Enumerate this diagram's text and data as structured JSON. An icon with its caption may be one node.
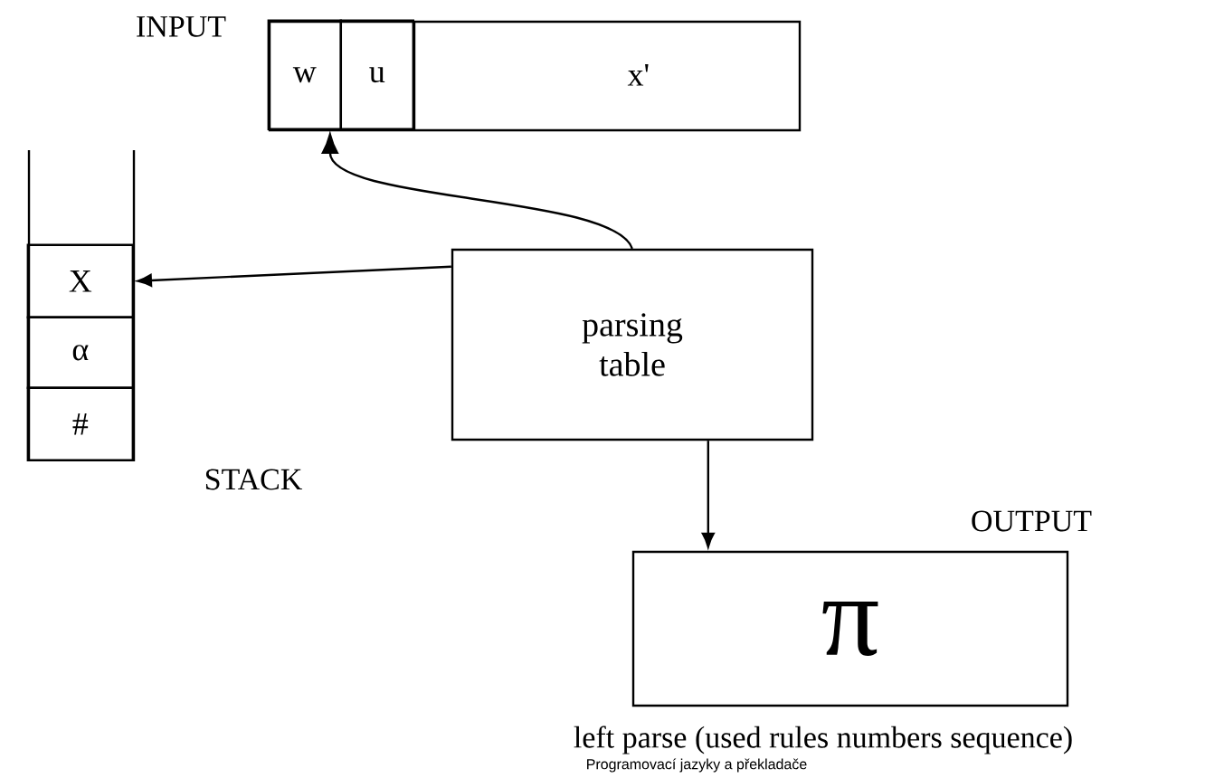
{
  "diagram": {
    "nodes": [
      {
        "text": [
          "INPUT"
        ]
      },
      {
        "text": [
          "w"
        ],
        "in": 0
      },
      {
        "text": [
          "u"
        ],
        "in": 0
      },
      {
        "text": [
          "x'"
        ],
        "in": 0
      },
      {
        "text": [
          "STACK"
        ]
      },
      {
        "text": [
          "X"
        ],
        "in": 4
      },
      {
        "text": [
          "α"
        ],
        "in": 4
      },
      {
        "text": [
          "#"
        ],
        "in": 4
      },
      {
        "text": [
          "parsing table"
        ]
      },
      {
        "text": [
          "OUTPUT",
          "π"
        ],
        "beside": [
          "left parse (used rules numbers sequence)"
        ]
      }
    ],
    "edges": [
      {
        "from": 8,
        "to": 1,
        "arrow": "to"
      },
      {
        "from": 8,
        "to": 5,
        "arrow": "to"
      },
      {
        "from": 8,
        "to": 9,
        "arrow": "to"
      }
    ],
    "labels": [
      "Programovací jazyky a překladače"
    ]
  }
}
